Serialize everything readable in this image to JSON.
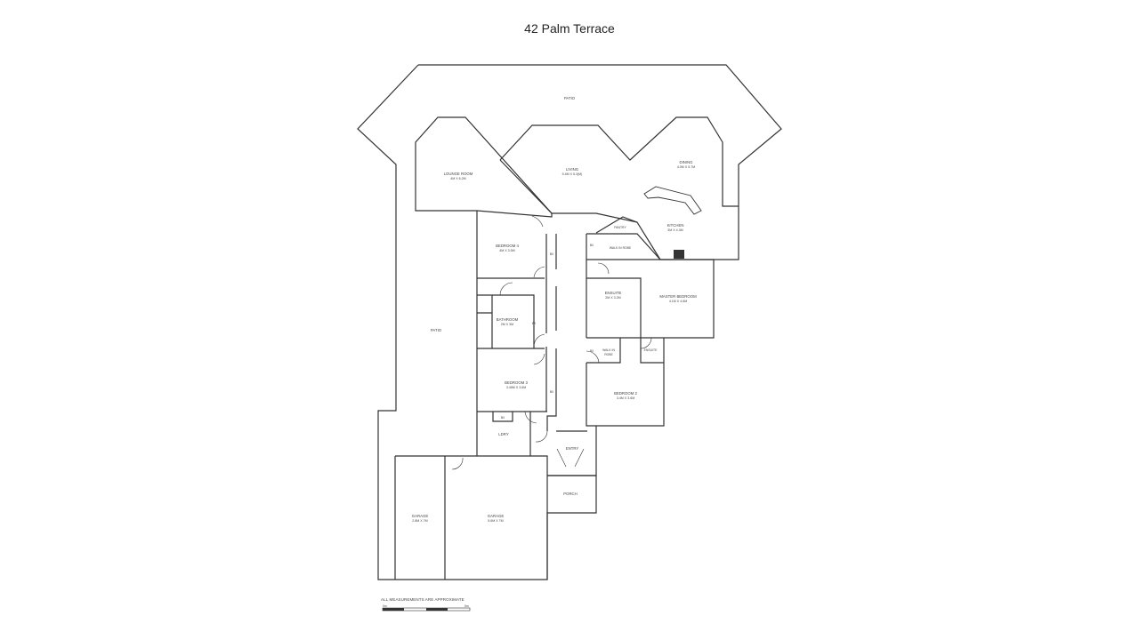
{
  "title": "42 Palm Terrace",
  "footer_note": "ALL MEASUREMENTS ARE APPROXIMATE",
  "scale_marks": [
    "0m",
    "5m"
  ],
  "rooms": {
    "patio_top": {
      "name": "PATIO"
    },
    "patio_side": {
      "name": "PATIO"
    },
    "lounge": {
      "name": "LOUNGE ROOM",
      "dims": "4M X 6.2M"
    },
    "living": {
      "name": "LIVING",
      "dims": "5.4M X 5.3(M)"
    },
    "dining": {
      "name": "DINING",
      "dims": "4.0M X 5.7M"
    },
    "kitchen": {
      "name": "KITCHEN",
      "dims": "3M X 4.3M"
    },
    "pantry": {
      "name": "PANTRY"
    },
    "walk_in_robe": {
      "name": "WALK IN ROBE"
    },
    "bedroom4": {
      "name": "BEDROOM 4",
      "dims": "4M X 3.5M"
    },
    "bathroom": {
      "name": "BATHROOM",
      "dims": "2M X 3M"
    },
    "bedroom3": {
      "name": "BEDROOM 3",
      "dims": "3.45M X 3.6M"
    },
    "ensuite": {
      "name": "ENSUITE",
      "dims": "2M X 3.2M"
    },
    "master": {
      "name": "MASTER BEDROOM",
      "dims": "4.1M X 4.6M"
    },
    "wir2": {
      "name": "WALK IN",
      "name2": "ROBE"
    },
    "ensuite2": {
      "name": "ENSUITE"
    },
    "bedroom2": {
      "name": "BEDROOM 2",
      "dims": "3.4M X 3.6M"
    },
    "laundry": {
      "name": "LDRY"
    },
    "entry": {
      "name": "ENTRY"
    },
    "porch": {
      "name": "PORCH"
    },
    "garage1": {
      "name": "GARAGE",
      "dims": "2.8M X 7M"
    },
    "garage2": {
      "name": "GARAGE",
      "dims": "5.6M X 7M"
    }
  },
  "cupboards": [
    "B/I",
    "B/I",
    "B/I",
    "B/I",
    "B/I",
    "B/I"
  ]
}
